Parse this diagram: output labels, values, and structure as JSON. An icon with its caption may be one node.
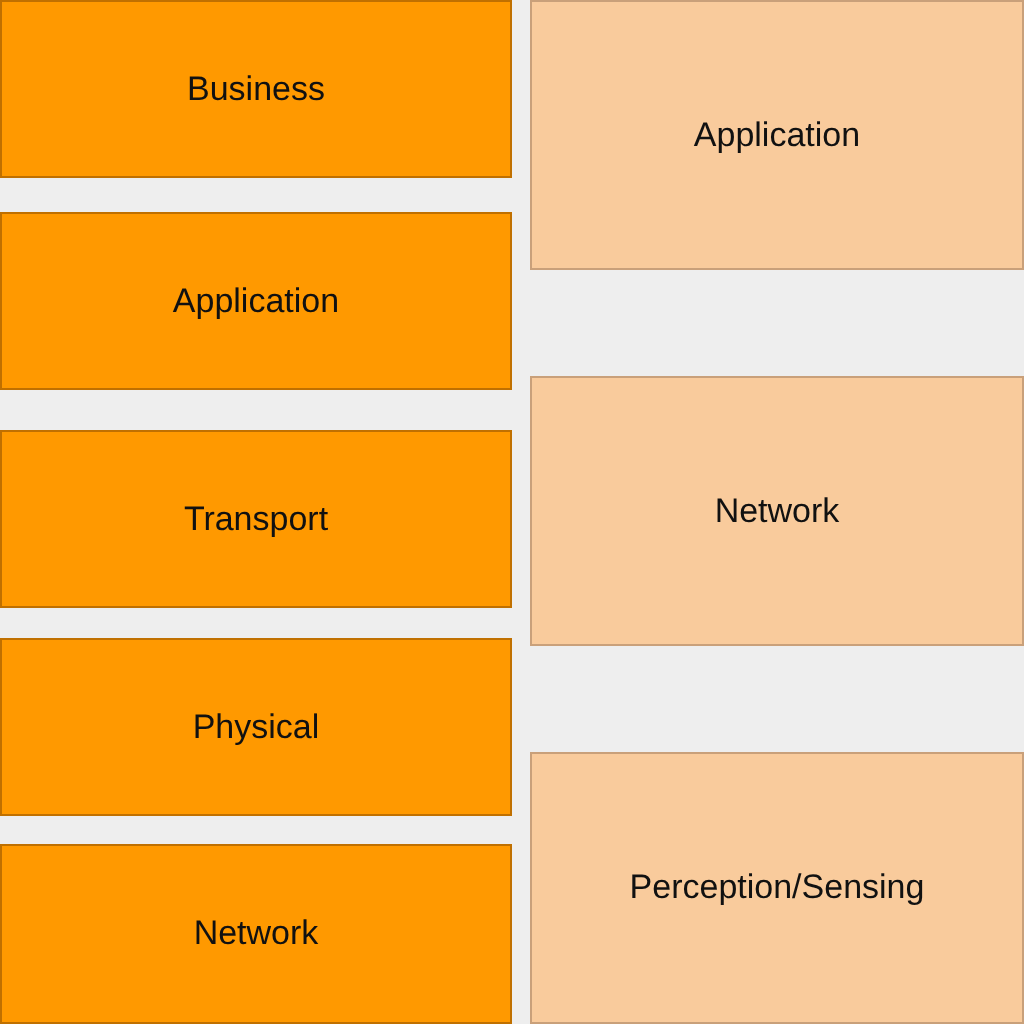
{
  "diagram": {
    "nodes": [
      {
        "text": [
          "Business"
        ]
      },
      {
        "text": [
          "Application"
        ]
      },
      {
        "text": [
          "Transport"
        ]
      },
      {
        "text": [
          "Physical"
        ]
      },
      {
        "text": [
          "Network"
        ]
      },
      {
        "text": [
          "Application"
        ]
      },
      {
        "text": [
          "Network"
        ]
      },
      {
        "text": [
          "Perception/Sensing"
        ]
      }
    ]
  }
}
